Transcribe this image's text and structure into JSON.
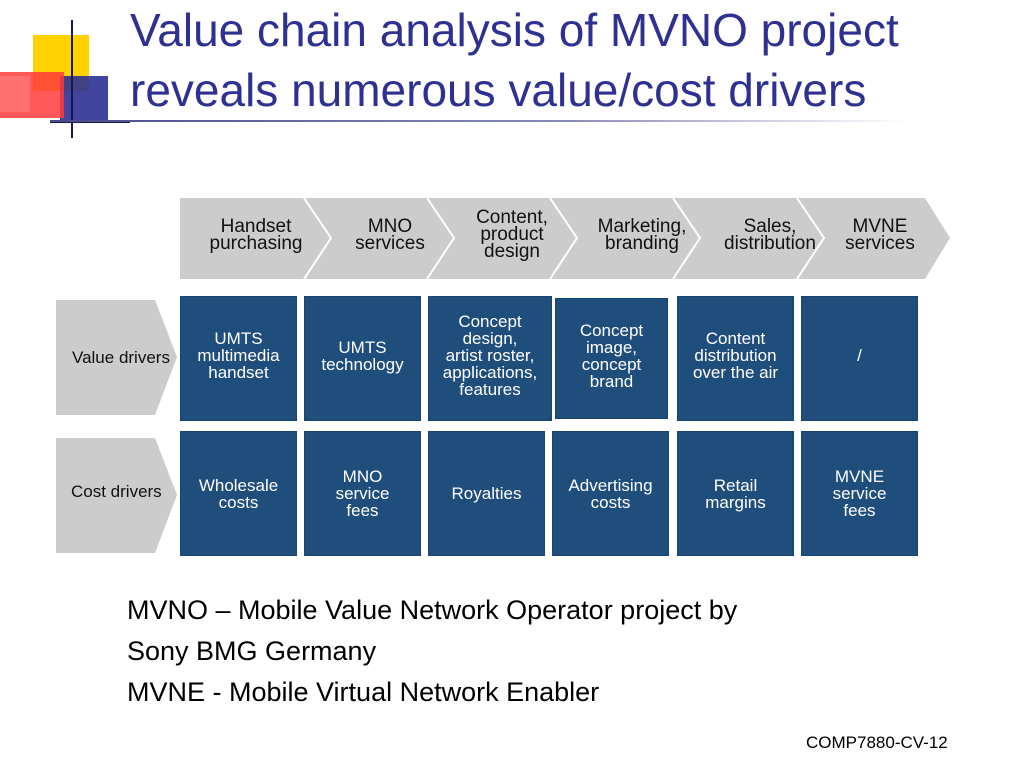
{
  "title": {
    "line1": "Value chain analysis of MVNO project",
    "line2": "reveals numerous value/cost drivers"
  },
  "chain_steps": [
    "Handset\npurchasing",
    "MNO\nservices",
    "Content,\nproduct\ndesign",
    "Marketing,\nbranding",
    "Sales,\ndistribution",
    "MVNE\nservices"
  ],
  "rows": {
    "value": {
      "label": "Value drivers",
      "cells": [
        "UMTS\nmultimedia\nhandset",
        "UMTS\ntechnology",
        "Concept\ndesign,\nartist roster,\napplications,\nfeatures",
        "Concept\nimage,\nconcept\nbrand",
        "Content\ndistribution\nover the air",
        "/"
      ]
    },
    "cost": {
      "label": "Cost drivers",
      "cells": [
        "Wholesale\ncosts",
        "MNO\nservice\nfees",
        "Royalties",
        "Advertising\ncosts",
        "Retail\nmargins",
        "MVNE\nservice\nfees"
      ]
    }
  },
  "notes": [
    "MVNO – Mobile Value Network Operator project by",
    "Sony BMG Germany",
    "MVNE - Mobile Virtual Network Enabler"
  ],
  "footer": "COMP7880-CV-12",
  "colors": {
    "title": "#2e3192",
    "box_fill": "#1f4e7d",
    "chevron_fill": "#cccccc",
    "deco_yellow": "#ffd200",
    "deco_blue": "#2e3192",
    "deco_red": "#ff3b3b"
  }
}
